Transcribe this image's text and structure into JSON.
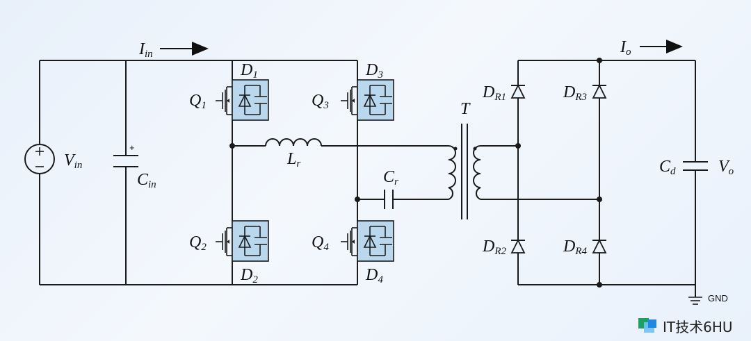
{
  "labels": {
    "iin": "I",
    "iin_sub": "in",
    "vin": "V",
    "vin_sub": "in",
    "cin": "C",
    "cin_sub": "in",
    "cin_polarity": "+",
    "q1": "Q",
    "q1_sub": "1",
    "q2": "Q",
    "q2_sub": "2",
    "q3": "Q",
    "q3_sub": "3",
    "q4": "Q",
    "q4_sub": "4",
    "d1": "D",
    "d1_sub": "1",
    "d2": "D",
    "d2_sub": "2",
    "d3": "D",
    "d3_sub": "3",
    "d4": "D",
    "d4_sub": "4",
    "lr": "L",
    "lr_sub": "r",
    "cr": "C",
    "cr_sub": "r",
    "t": "T",
    "dr1": "D",
    "dr1_sub": "R1",
    "dr2": "D",
    "dr2_sub": "R2",
    "dr3": "D",
    "dr3_sub": "R3",
    "dr4": "D",
    "dr4_sub": "R4",
    "io": "I",
    "io_sub": "o",
    "cd": "C",
    "cd_sub": "d",
    "vo": "V",
    "vo_sub": "o",
    "gnd": "GND"
  },
  "watermark": {
    "text": "IT技术6HU",
    "logo_colors": [
      "#1aa260",
      "#1e88e5",
      "#6fc3f7"
    ]
  },
  "colors": {
    "background": "#eaf2fb",
    "switch_box": "#b9d8ee",
    "wire": "#1a1a1a"
  }
}
